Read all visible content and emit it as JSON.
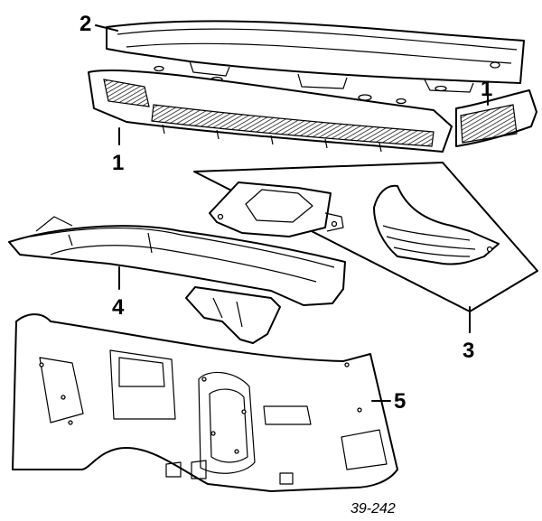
{
  "diagram": {
    "callouts": [
      {
        "id": "c2",
        "label": "2"
      },
      {
        "id": "c1a",
        "label": "1"
      },
      {
        "id": "c1b",
        "label": "1"
      },
      {
        "id": "c3",
        "label": "3"
      },
      {
        "id": "c4",
        "label": "4"
      },
      {
        "id": "c5",
        "label": "5"
      }
    ],
    "reference_number": "39-242"
  }
}
